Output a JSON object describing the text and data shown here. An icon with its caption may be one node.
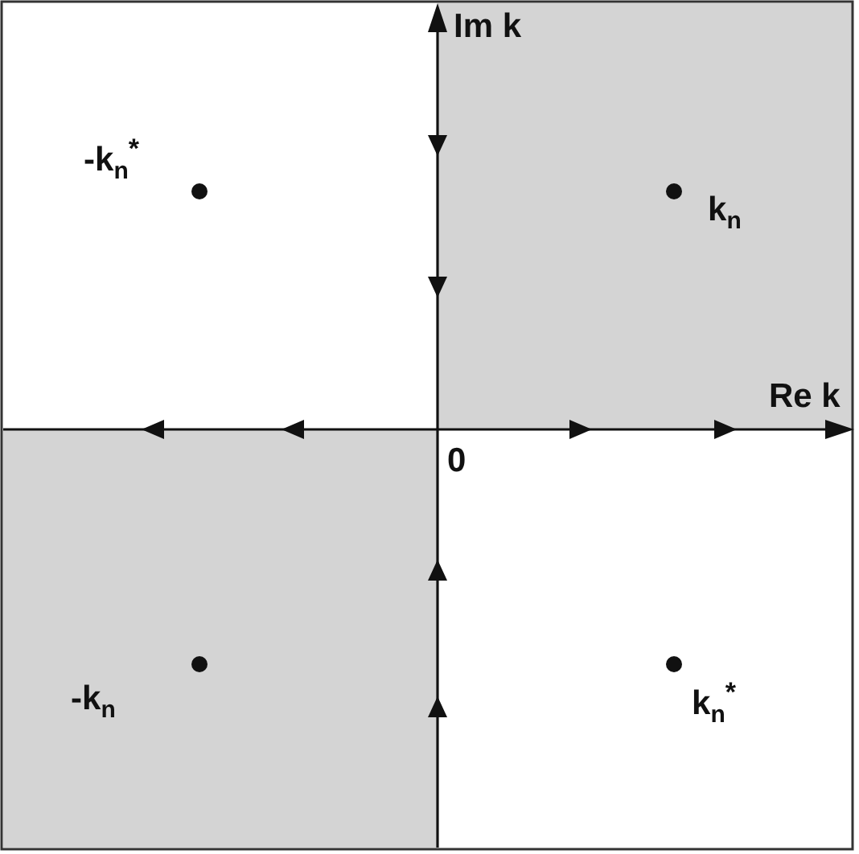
{
  "diagram": {
    "labels": [
      "Im k",
      "-k$_{n}$$^{*}$",
      "k$_{n}$",
      "Re k",
      "0",
      "-k$_{n}$",
      "k$_{n}$$^{*}$"
    ]
  }
}
